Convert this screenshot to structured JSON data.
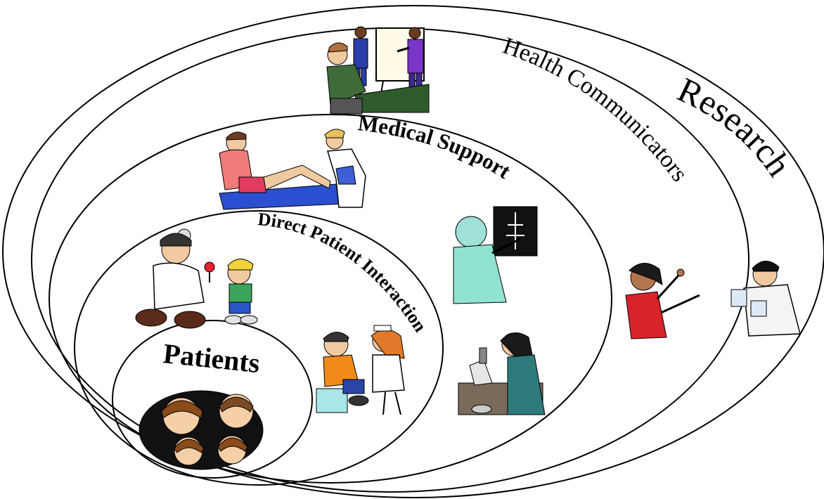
{
  "diagram": {
    "layers": [
      {
        "id": "research",
        "label": "Research"
      },
      {
        "id": "health-communicators",
        "label": "Health Communicators"
      },
      {
        "id": "medical-support",
        "label": "Medical Support"
      },
      {
        "id": "direct-patient-interaction",
        "label": "Direct Patient Interaction"
      },
      {
        "id": "patients",
        "label": "Patients"
      }
    ],
    "illustrations": [
      "presentation-meeting-illustration",
      "physical-therapy-illustration",
      "doctor-with-child-illustration",
      "nurse-examining-boy-illustration",
      "xray-technician-illustration",
      "lab-microscope-illustration",
      "presenter-woman-illustration",
      "lab-researcher-illustration",
      "family-illustration"
    ],
    "colors": {
      "outline": "#000000",
      "background": "#ffffff"
    }
  }
}
